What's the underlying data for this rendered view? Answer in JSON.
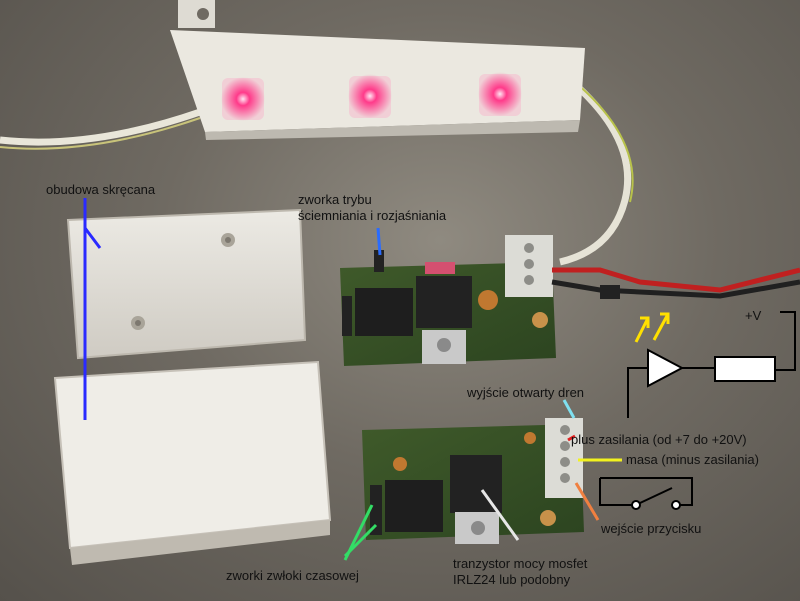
{
  "labels": {
    "housing": "obudowa skręcana",
    "mode_jumper_l1": "zworka trybu",
    "mode_jumper_l2": "ściemniania i rozjaśniania",
    "vplus": "+V",
    "open_drain": "wyjście otwarty dren",
    "supply_plus": "plus zasilania (od +7 do +20V)",
    "ground": "masa (minus zasilania)",
    "button_input": "wejście przycisku",
    "mosfet_l1": "tranzystor mocy mosfet",
    "mosfet_l2": "IRLZ24 lub podobny",
    "delay_jumpers": "zworki zwłoki czasowej"
  }
}
